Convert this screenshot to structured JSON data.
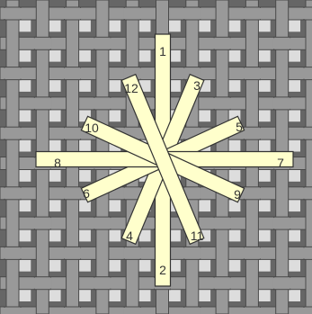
{
  "colors": {
    "background": "#666666",
    "hole": "#dddddd",
    "thread_grey": "#999999",
    "thread_outline": "#4a4a4a",
    "stitch_fill": "#ffffcc",
    "stitch_outline": "#333333",
    "label_text": "#333333"
  },
  "stitches": [
    {
      "from": "1",
      "to": "2"
    },
    {
      "from": "3",
      "to": "4"
    },
    {
      "from": "5",
      "to": "6"
    },
    {
      "from": "7",
      "to": "8"
    },
    {
      "from": "9",
      "to": "10"
    },
    {
      "from": "11",
      "to": "12"
    }
  ],
  "labels": [
    "1",
    "2",
    "3",
    "4",
    "5",
    "6",
    "7",
    "8",
    "9",
    "10",
    "11",
    "12"
  ]
}
